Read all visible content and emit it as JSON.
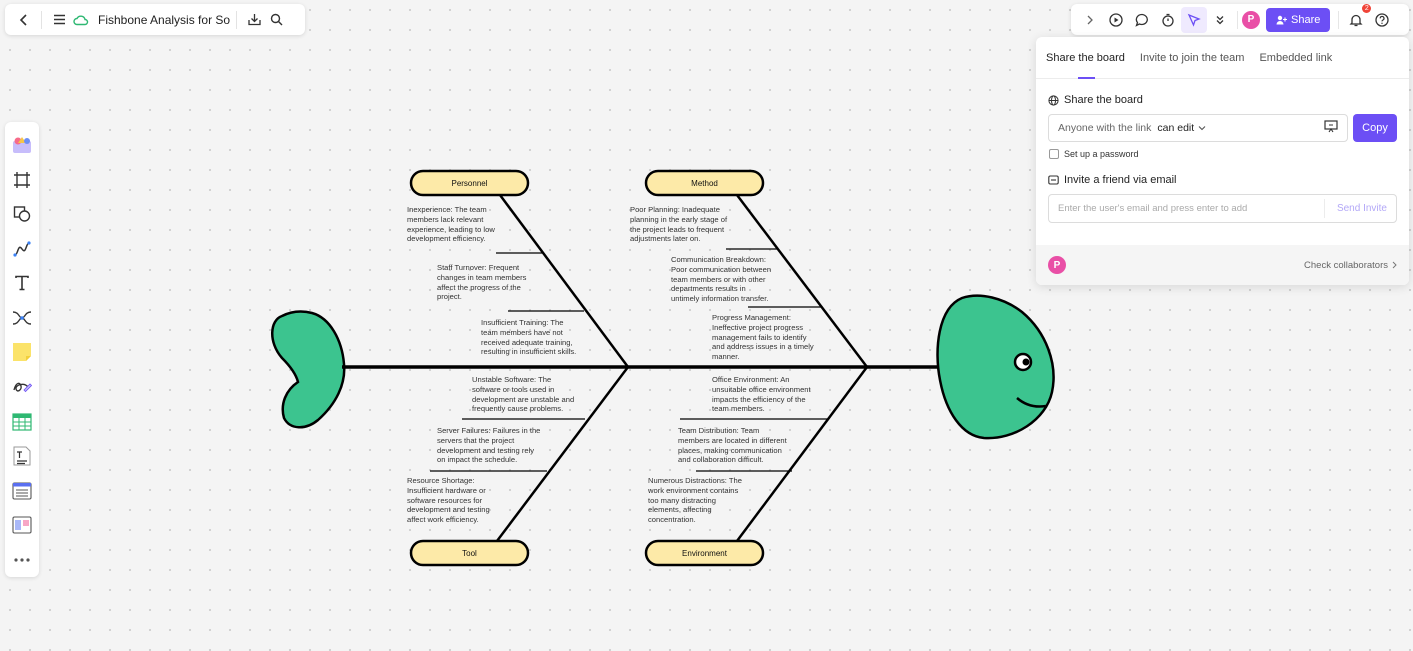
{
  "header": {
    "title": "Fishbone Analysis for So...",
    "icons": {
      "back": "chevron-left-icon",
      "menu": "hamburger-menu-icon",
      "cloud": "cloud-sync-icon",
      "download": "download-icon",
      "search": "search-icon"
    }
  },
  "right_bar": {
    "avatar_initial": "P",
    "share_label": "Share",
    "notification_count": "2",
    "accent_color": "#6c4ff5"
  },
  "share_panel": {
    "tabs": [
      "Share the board",
      "Invite to join the team",
      "Embedded link"
    ],
    "active_tab": "Share the board",
    "share_heading": "Share the board",
    "link_text": "Anyone with the link",
    "permission": "can edit",
    "copy_label": "Copy",
    "password_label": "Set up a password",
    "invite_heading": "Invite a friend via email",
    "invite_placeholder": "Enter the user's email and press enter to add",
    "send_invite_label": "Send Invite",
    "collaborator_initial": "P",
    "check_collaborators": "Check collaborators"
  },
  "toolbar": {
    "tools": [
      "templates-icon",
      "frame-icon",
      "shapes-icon",
      "connector-icon",
      "text-icon",
      "mindmap-icon",
      "sticky-note-icon",
      "pen-icon",
      "table-icon",
      "text-block-icon",
      "list-icon",
      "kanban-icon",
      "more-icon"
    ]
  },
  "fishbone": {
    "fish_color": "#3cc48f",
    "label_fill": "#fdeaa8",
    "categories": {
      "personnel": "Personnel",
      "method": "Method",
      "tool": "Tool",
      "environment": "Environment"
    },
    "causes": {
      "inexperience": "Inexperience: The team\nmembers lack relevant\nexperience, leading to low\ndevelopment efficiency.",
      "staff_turnover": "Staff Turnover: Frequent\nchanges in team members\naffect the progress of the\nproject.",
      "insufficient_training": "Insufficient Training: The\nteam members have not\nreceived adequate training,\nresulting in insufficient skills.",
      "poor_planning": "Poor Planning: Inadequate\nplanning in the early stage of\nthe project leads to frequent\nadjustments later on.",
      "communication_breakdown": "Communication Breakdown:\nPoor communication between\nteam members or with other\ndepartments results in\nuntimely information transfer.",
      "progress_management": "Progress Management:\nIneffective project progress\nmanagement fails to identify\nand address issues in a timely\nmanner.",
      "unstable_software": "Unstable Software: The\nsoftware or tools used in\ndevelopment are unstable and\nfrequently cause problems.",
      "server_failures": "Server Failures: Failures in the\nservers that the project\ndevelopment and testing rely\non impact the schedule.",
      "resource_shortage": "Resource Shortage:\nInsufficient hardware or\nsoftware resources for\ndevelopment and testing\naffect work efficiency.",
      "office_environment": "Office Environment: An\nunsuitable office environment\nimpacts the efficiency of the\nteam members.",
      "team_distribution": "Team Distribution: Team\nmembers are located in different\nplaces, making communication\nand collaboration difficult.",
      "numerous_distractions": "Numerous Distractions: The\nwork environment contains\ntoo many distracting\nelements, affecting\nconcentration."
    }
  }
}
